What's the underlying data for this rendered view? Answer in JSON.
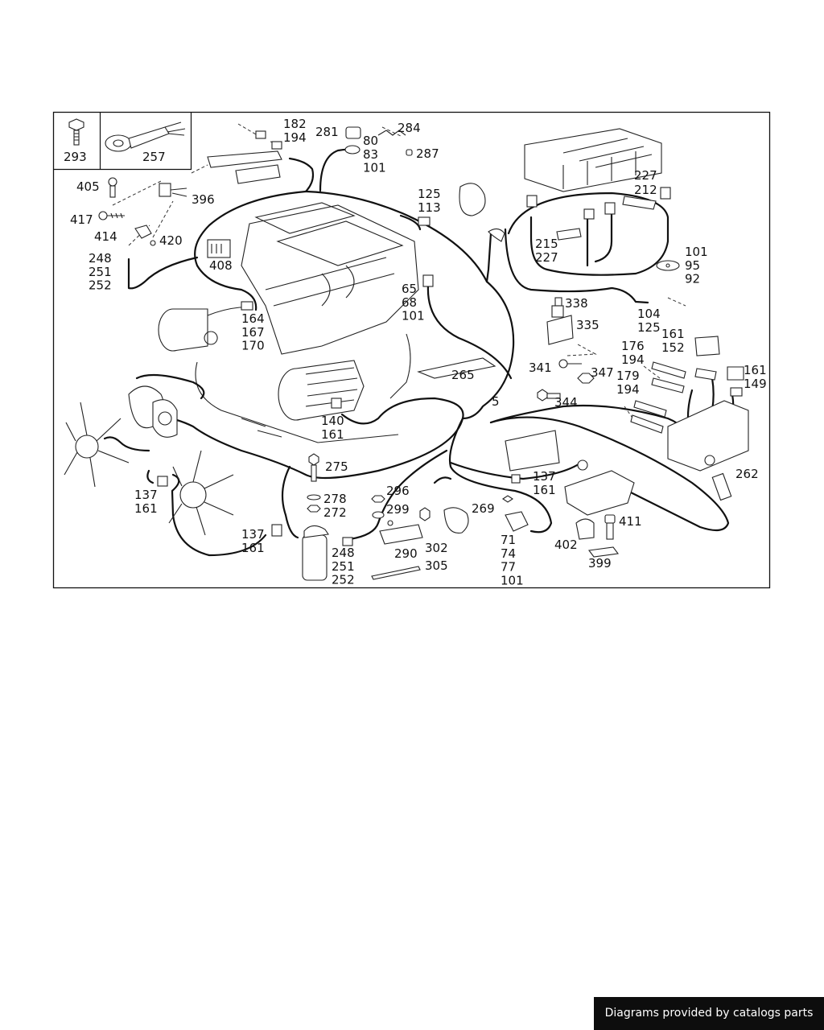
{
  "footer": {
    "credit": "Diagrams provided by catalogs parts"
  },
  "inset_labels": [
    "293",
    "257"
  ],
  "callouts": [
    {
      "id": "c182",
      "lines": [
        "182",
        "194"
      ]
    },
    {
      "id": "c281",
      "lines": [
        "281"
      ]
    },
    {
      "id": "c80",
      "lines": [
        "80",
        "83",
        "101"
      ]
    },
    {
      "id": "c284",
      "lines": [
        "284"
      ]
    },
    {
      "id": "c287",
      "lines": [
        "287"
      ]
    },
    {
      "id": "c405",
      "lines": [
        "405"
      ]
    },
    {
      "id": "c396",
      "lines": [
        "396"
      ]
    },
    {
      "id": "c417",
      "lines": [
        "417"
      ]
    },
    {
      "id": "c414",
      "lines": [
        "414"
      ]
    },
    {
      "id": "c420",
      "lines": [
        "420"
      ]
    },
    {
      "id": "c248a",
      "lines": [
        "248",
        "251",
        "252"
      ]
    },
    {
      "id": "c408",
      "lines": [
        "408"
      ]
    },
    {
      "id": "c125",
      "lines": [
        "125",
        "113"
      ]
    },
    {
      "id": "c227a",
      "lines": [
        "227"
      ]
    },
    {
      "id": "c212",
      "lines": [
        "212"
      ]
    },
    {
      "id": "c215",
      "lines": [
        "215",
        "227"
      ]
    },
    {
      "id": "c101",
      "lines": [
        "101",
        "95",
        "92"
      ]
    },
    {
      "id": "c65",
      "lines": [
        "65",
        "68",
        "101"
      ]
    },
    {
      "id": "c164",
      "lines": [
        "164",
        "167",
        "170"
      ]
    },
    {
      "id": "c338",
      "lines": [
        "338"
      ]
    },
    {
      "id": "c335",
      "lines": [
        "335"
      ]
    },
    {
      "id": "c104",
      "lines": [
        "104",
        "125"
      ]
    },
    {
      "id": "c161a",
      "lines": [
        "161",
        "152"
      ]
    },
    {
      "id": "c176",
      "lines": [
        "176",
        "194"
      ]
    },
    {
      "id": "c341",
      "lines": [
        "341"
      ]
    },
    {
      "id": "c347",
      "lines": [
        "347"
      ]
    },
    {
      "id": "c179",
      "lines": [
        "179",
        "194"
      ]
    },
    {
      "id": "c161b",
      "lines": [
        "161",
        "149"
      ]
    },
    {
      "id": "c265",
      "lines": [
        "265"
      ]
    },
    {
      "id": "c344",
      "lines": [
        "344"
      ]
    },
    {
      "id": "c5",
      "lines": [
        "5"
      ]
    },
    {
      "id": "c140",
      "lines": [
        "140",
        "161"
      ]
    },
    {
      "id": "c262",
      "lines": [
        "262"
      ]
    },
    {
      "id": "c275",
      "lines": [
        "275"
      ]
    },
    {
      "id": "c137a",
      "lines": [
        "137",
        "161"
      ]
    },
    {
      "id": "c137b",
      "lines": [
        "137",
        "161"
      ]
    },
    {
      "id": "c278",
      "lines": [
        "278",
        "272"
      ]
    },
    {
      "id": "c296",
      "lines": [
        "296"
      ]
    },
    {
      "id": "c299",
      "lines": [
        "299"
      ]
    },
    {
      "id": "c269",
      "lines": [
        "269"
      ]
    },
    {
      "id": "c137c",
      "lines": [
        "137",
        "161"
      ]
    },
    {
      "id": "c411",
      "lines": [
        "411"
      ]
    },
    {
      "id": "c402",
      "lines": [
        "402"
      ]
    },
    {
      "id": "c71",
      "lines": [
        "71",
        "74",
        "77",
        "101"
      ]
    },
    {
      "id": "c248b",
      "lines": [
        "248",
        "251",
        "252"
      ]
    },
    {
      "id": "c290",
      "lines": [
        "290"
      ]
    },
    {
      "id": "c302",
      "lines": [
        "302"
      ]
    },
    {
      "id": "c305",
      "lines": [
        "305"
      ]
    },
    {
      "id": "c399",
      "lines": [
        "399"
      ]
    }
  ]
}
